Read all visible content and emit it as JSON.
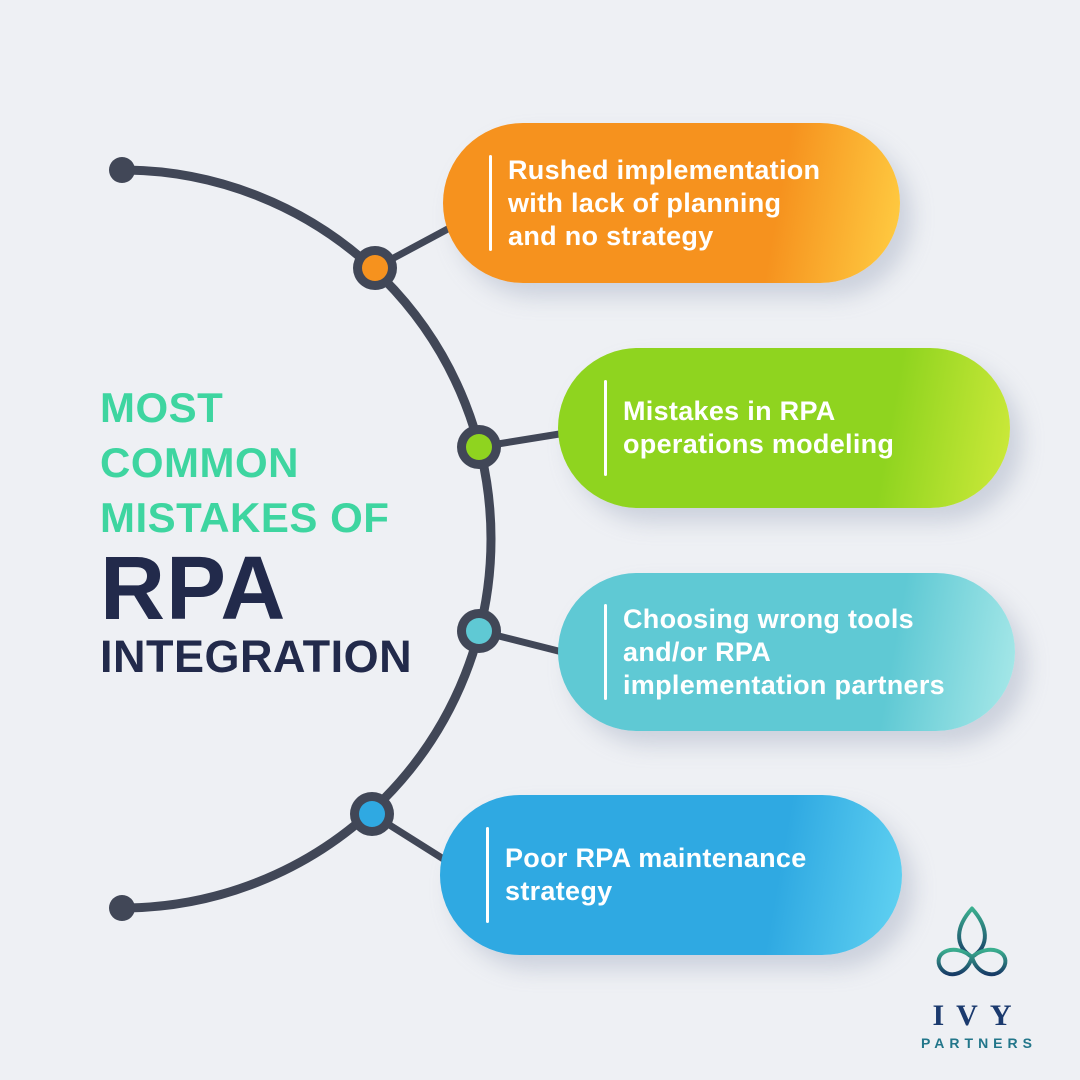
{
  "background_color": "#EEF0F4",
  "title": {
    "lines": [
      "MOST",
      "COMMON",
      "MISTAKES OF"
    ],
    "emphasis": "RPA",
    "suffix": "INTEGRATION",
    "accent_color": "#3ED5A0",
    "dark_color": "#222A4B"
  },
  "timeline": {
    "line_color": "#414757",
    "node_ring_color": "#414757"
  },
  "cards": [
    {
      "name": "rushed-implementation",
      "lines": [
        "Rushed implementation",
        "with lack of planning",
        "and no strategy"
      ],
      "base_color": "#F6921E",
      "highlight_color": "#FFCE43"
    },
    {
      "name": "operations-modeling",
      "lines": [
        "Mistakes in RPA",
        "operations modeling"
      ],
      "base_color": "#8FD41F",
      "highlight_color": "#CFEA3B"
    },
    {
      "name": "wrong-tools-partners",
      "lines": [
        "Choosing wrong tools",
        "and/or RPA",
        "implementation partners"
      ],
      "base_color": "#5FC9D4",
      "highlight_color": "#A9E9E9"
    },
    {
      "name": "poor-maintenance",
      "lines": [
        "Poor RPA maintenance",
        "strategy"
      ],
      "base_color": "#2FA9E2",
      "highlight_color": "#62D3F2"
    }
  ],
  "logo": {
    "name": "IVY",
    "subtitle": "PARTNERS",
    "name_color": "#1B3A6E",
    "subtitle_color": "#22768A",
    "icon_gradient_top": "#3BAF8F",
    "icon_gradient_bottom": "#173B66"
  }
}
